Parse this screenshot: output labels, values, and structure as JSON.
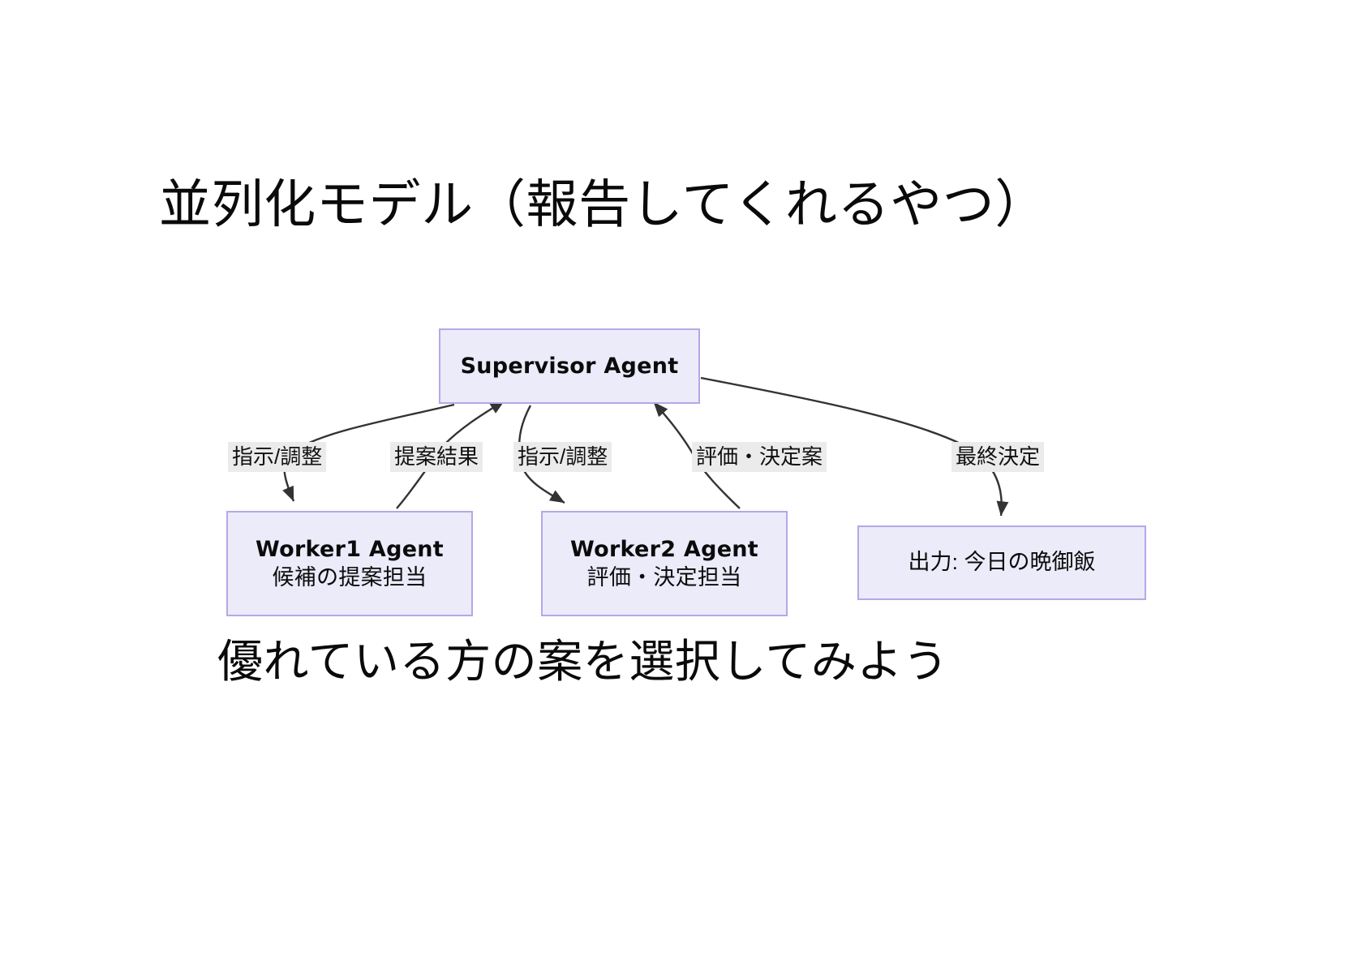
{
  "slide": {
    "title": "並列化モデル（報告してくれるやつ）",
    "caption": "優れている方の案を選択してみよう"
  },
  "colors": {
    "node_fill": "#ecebfa",
    "node_border": "#b7a7e6",
    "edge_stroke": "#333333",
    "label_background": "#ebebeb",
    "text": "#111111",
    "page_background": "#ffffff"
  },
  "diagram": {
    "type": "flowchart",
    "nodes": [
      {
        "id": "supervisor",
        "lines": [
          "Supervisor Agent"
        ],
        "title": "Supervisor Agent"
      },
      {
        "id": "worker1",
        "lines": [
          "Worker1 Agent",
          "候補の提案担当"
        ],
        "title": "Worker1 Agent",
        "subtitle": "候補の提案担当"
      },
      {
        "id": "worker2",
        "lines": [
          "Worker2 Agent",
          "評価・決定担当"
        ],
        "title": "Worker2 Agent",
        "subtitle": "評価・決定担当"
      },
      {
        "id": "output",
        "lines": [
          "出力: 今日の晩御飯"
        ],
        "title": "出力: 今日の晩御飯"
      }
    ],
    "edges": [
      {
        "id": "e1",
        "from": "supervisor",
        "to": "worker1",
        "label": "指示/調整"
      },
      {
        "id": "e2",
        "from": "worker1",
        "to": "supervisor",
        "label": "提案結果"
      },
      {
        "id": "e3",
        "from": "supervisor",
        "to": "worker2",
        "label": "指示/調整"
      },
      {
        "id": "e4",
        "from": "worker2",
        "to": "supervisor",
        "label": "評価・決定案"
      },
      {
        "id": "e5",
        "from": "supervisor",
        "to": "output",
        "label": "最終決定"
      }
    ]
  }
}
